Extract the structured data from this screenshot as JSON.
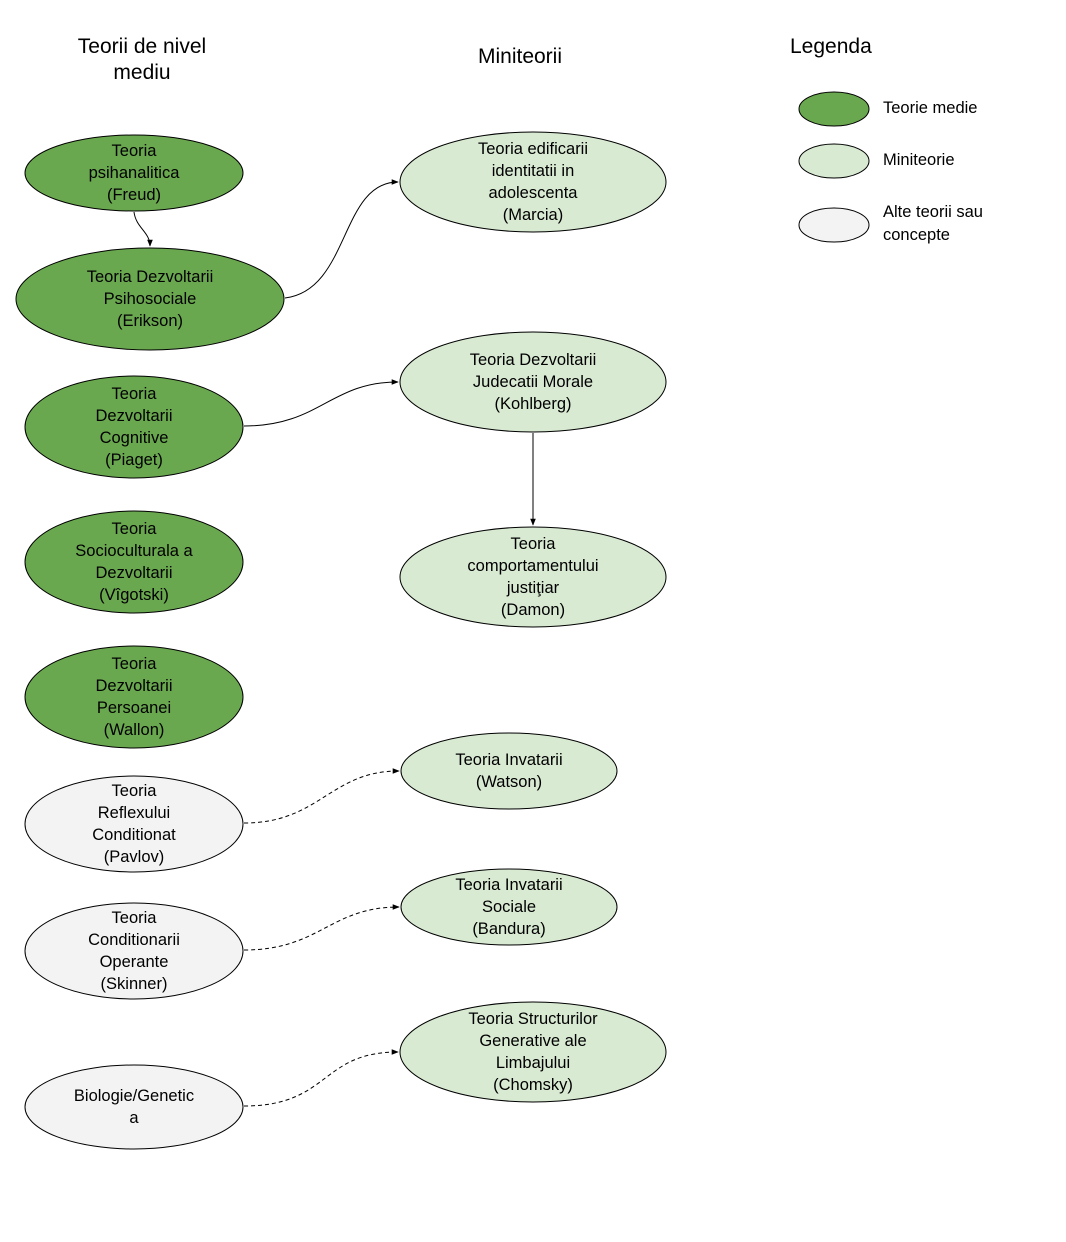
{
  "headers": {
    "left": "Teorii de nivel\nmediu",
    "middle": "Miniteorii",
    "legend": "Legenda"
  },
  "colors": {
    "teorie_medie": "#6aa84f",
    "miniteorie": "#d9ead3",
    "alte_teorii": "#f3f3f3",
    "stroke": "#000000"
  },
  "legend": [
    {
      "label": "Teorie medie",
      "kind": "teorie_medie"
    },
    {
      "label": "Miniteorie",
      "kind": "miniteorie"
    },
    {
      "label": "Alte teorii sau\nconcepte",
      "kind": "alte_teorii"
    }
  ],
  "nodes": {
    "freud": {
      "label": "Teoria\npsihanalitica\n(Freud)",
      "kind": "teorie_medie"
    },
    "erikson": {
      "label": "Teoria Dezvoltarii\nPsihosociale\n(Erikson)",
      "kind": "teorie_medie"
    },
    "piaget": {
      "label": "Teoria\nDezvoltarii\nCognitive\n(Piaget)",
      "kind": "teorie_medie"
    },
    "vigotski": {
      "label": "Teoria\nSocioculturala a\nDezvoltarii\n(Vîgotski)",
      "kind": "teorie_medie"
    },
    "wallon": {
      "label": "Teoria\nDezvoltarii\nPersoanei\n(Wallon)",
      "kind": "teorie_medie"
    },
    "pavlov": {
      "label": "Teoria\nReflexului\nConditionat\n(Pavlov)",
      "kind": "alte_teorii"
    },
    "skinner": {
      "label": "Teoria\nConditionarii\nOperante\n(Skinner)",
      "kind": "alte_teorii"
    },
    "biologie": {
      "label": "Biologie/Genetic\na",
      "kind": "alte_teorii"
    },
    "marcia": {
      "label": "Teoria edificarii\nidentitatii in\nadolescenta\n(Marcia)",
      "kind": "miniteorie"
    },
    "kohlberg": {
      "label": "Teoria Dezvoltarii\nJudecatii Morale\n(Kohlberg)",
      "kind": "miniteorie"
    },
    "damon": {
      "label": "Teoria\ncomportamentului\njustiţiar\n(Damon)",
      "kind": "miniteorie"
    },
    "watson": {
      "label": "Teoria Invatarii\n(Watson)",
      "kind": "miniteorie"
    },
    "bandura": {
      "label": "Teoria Invatarii\nSociale\n(Bandura)",
      "kind": "miniteorie"
    },
    "chomsky": {
      "label": "Teoria Structurilor\nGenerative ale\nLimbajului\n(Chomsky)",
      "kind": "miniteorie"
    }
  },
  "edges": [
    {
      "from": "freud",
      "to": "erikson",
      "style": "solid"
    },
    {
      "from": "erikson",
      "to": "marcia",
      "style": "solid"
    },
    {
      "from": "piaget",
      "to": "kohlberg",
      "style": "solid"
    },
    {
      "from": "kohlberg",
      "to": "damon",
      "style": "solid"
    },
    {
      "from": "pavlov",
      "to": "watson",
      "style": "dashed"
    },
    {
      "from": "skinner",
      "to": "bandura",
      "style": "dashed"
    },
    {
      "from": "biologie",
      "to": "chomsky",
      "style": "dashed"
    }
  ]
}
